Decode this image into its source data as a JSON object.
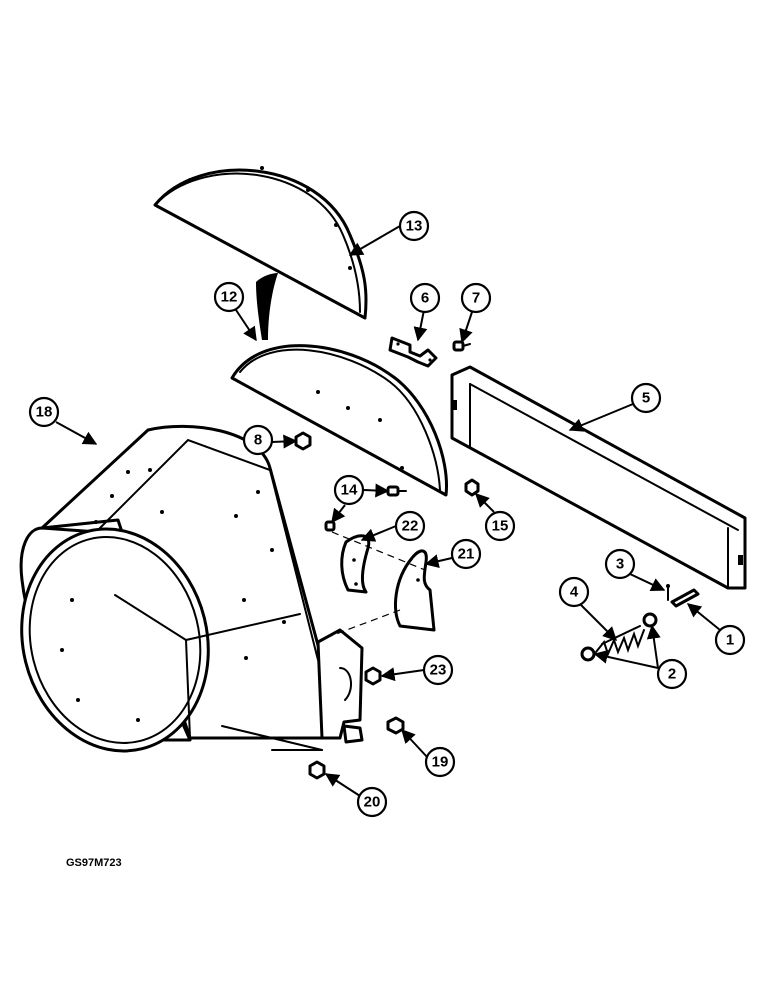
{
  "figure_code": "GS97M723",
  "callouts": [
    {
      "id": "c1",
      "label": "1"
    },
    {
      "id": "c2",
      "label": "2"
    },
    {
      "id": "c3",
      "label": "3"
    },
    {
      "id": "c4",
      "label": "4"
    },
    {
      "id": "c5",
      "label": "5"
    },
    {
      "id": "c6",
      "label": "6"
    },
    {
      "id": "c7",
      "label": "7"
    },
    {
      "id": "c8",
      "label": "8"
    },
    {
      "id": "c12",
      "label": "12"
    },
    {
      "id": "c13",
      "label": "13"
    },
    {
      "id": "c14",
      "label": "14"
    },
    {
      "id": "c15",
      "label": "15"
    },
    {
      "id": "c18",
      "label": "18"
    },
    {
      "id": "c19",
      "label": "19"
    },
    {
      "id": "c20",
      "label": "20"
    },
    {
      "id": "c21",
      "label": "21"
    },
    {
      "id": "c22",
      "label": "22"
    },
    {
      "id": "c23",
      "label": "23"
    }
  ]
}
